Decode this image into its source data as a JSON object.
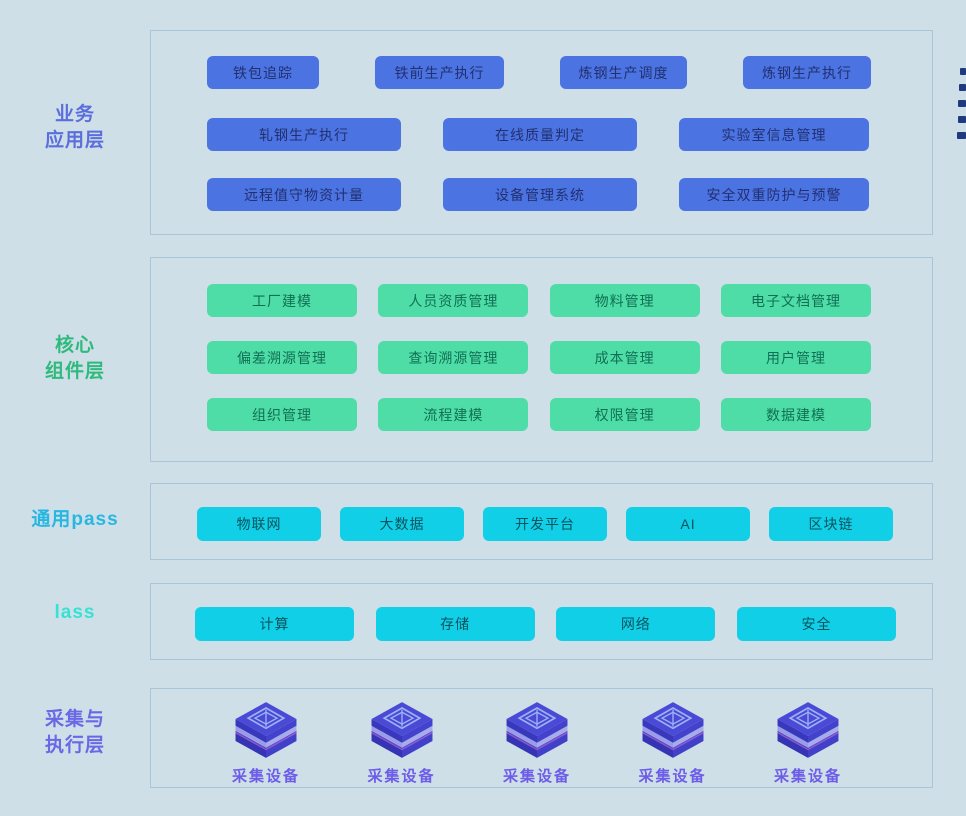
{
  "colors": {
    "background": "#cfdfe8",
    "box_border": "#a9c6d8",
    "blue_button": "#4b73e2",
    "blue_button_text": "#223070",
    "green_button": "#4edda6",
    "green_button_text": "#107055",
    "cyan_button": "#12cfe8",
    "cyan_button_text": "#07545e",
    "label_business": "#5b6edd",
    "label_core": "#2fba7d",
    "label_pass": "#28b7e0",
    "label_lass": "#36e2d4",
    "label_collect": "#6a68e6",
    "device_label": "#6c5ce8",
    "edge_mark": "#203a80",
    "cube_top": "#4a4ad6",
    "cube_side_left": "#3838bc",
    "cube_side_right": "#4242cc",
    "cube_band": "#9090ea",
    "cube_bottom_left": "#3434b4",
    "cube_bottom_right": "#4040c8",
    "cube_accent": "#b468d8",
    "cube_glyph": "#9db2f2"
  },
  "layers": [
    {
      "name": "业务应用层",
      "label_lines": [
        "业务",
        "应用层"
      ],
      "rows": [
        [
          "铁包追踪",
          "铁前生产执行",
          "炼钢生产调度",
          "炼钢生产执行"
        ],
        [
          "轧钢生产执行",
          "在线质量判定",
          "实验室信息管理"
        ],
        [
          "远程值守物资计量",
          "设备管理系统",
          "安全双重防护与预警"
        ]
      ]
    },
    {
      "name": "核心组件层",
      "label_lines": [
        "核心",
        "组件层"
      ],
      "rows": [
        [
          "工厂建模",
          "人员资质管理",
          "物料管理",
          "电子文档管理"
        ],
        [
          "偏差溯源管理",
          "查询溯源管理",
          "成本管理",
          "用户管理"
        ],
        [
          "组织管理",
          "流程建模",
          "权限管理",
          "数据建模"
        ]
      ]
    },
    {
      "name": "通用pass",
      "label_lines": [
        "通用pass"
      ],
      "rows": [
        [
          "物联网",
          "大数据",
          "开发平台",
          "AI",
          "区块链"
        ]
      ]
    },
    {
      "name": "lass",
      "label_lines": [
        "lass"
      ],
      "rows": [
        [
          "计算",
          "存储",
          "网络",
          "安全"
        ]
      ]
    },
    {
      "name": "采集与执行层",
      "label_lines": [
        "采集与",
        "执行层"
      ],
      "devices": [
        "采集设备",
        "采集设备",
        "采集设备",
        "采集设备",
        "采集设备"
      ]
    }
  ],
  "right_edge_marks": {
    "count": 5
  }
}
